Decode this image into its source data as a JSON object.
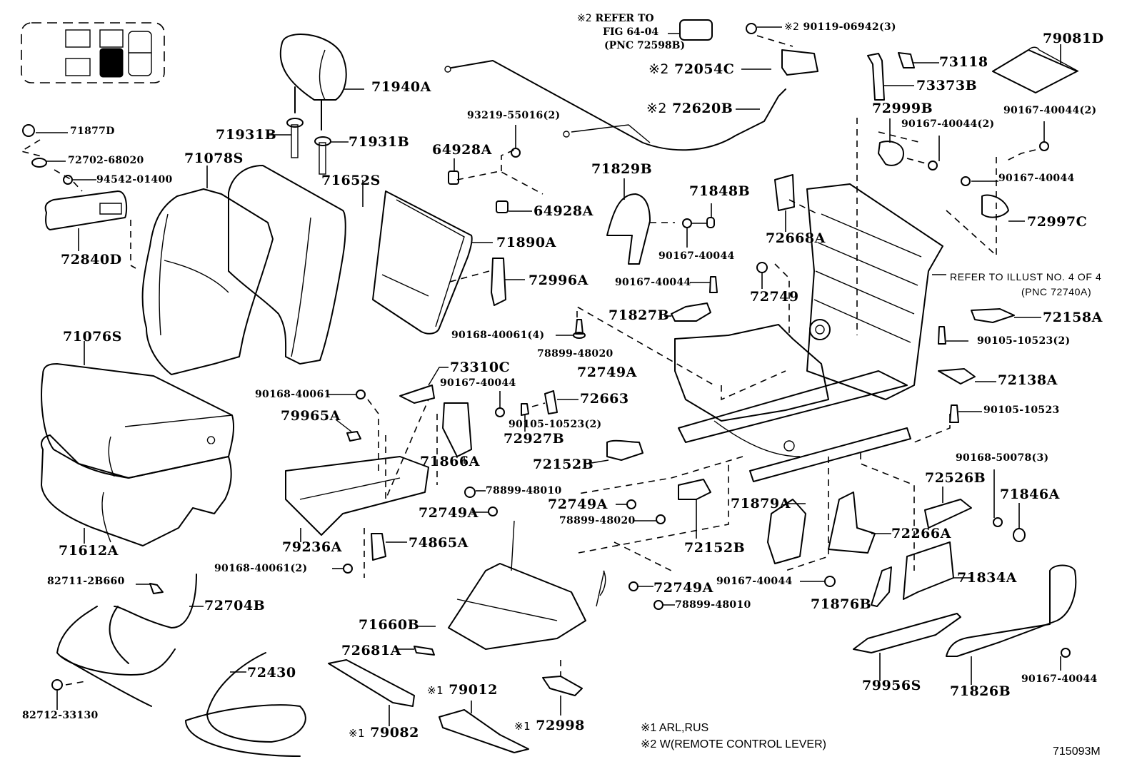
{
  "diagram": {
    "title": "Seat parts illustration",
    "figure_id": "715093M",
    "locator": {
      "description": "Vehicle seat position locator",
      "highlighted_position": "second row center"
    },
    "notes": [
      {
        "mark": "※1",
        "text": "ARL,RUS"
      },
      {
        "mark": "※2",
        "text": "W(REMOTE CONTROL LEVER)"
      }
    ],
    "references": [
      {
        "mark": "※2",
        "lines": [
          "REFER TO",
          "FIG 64-04",
          "(PNC 72598B)"
        ]
      },
      {
        "lines": [
          "REFER TO ILLUST NO. 4 OF 4",
          "(PNC 72740A)"
        ]
      }
    ],
    "part_labels": [
      {
        "id": "71940A",
        "text": "71940A"
      },
      {
        "id": "71877D",
        "text": "71877D"
      },
      {
        "id": "71931B-left",
        "text": "71931B"
      },
      {
        "id": "71931B-right",
        "text": "71931B"
      },
      {
        "id": "72702-68020",
        "text": "72702-68020"
      },
      {
        "id": "94542-01400",
        "text": "94542-01400"
      },
      {
        "id": "71078S",
        "text": "71078S"
      },
      {
        "id": "71652S",
        "text": "71652S"
      },
      {
        "id": "72840D",
        "text": "72840D"
      },
      {
        "id": "71076S",
        "text": "71076S"
      },
      {
        "id": "71612A",
        "text": "71612A"
      },
      {
        "id": "93219-55016",
        "text": "93219-55016(2)"
      },
      {
        "id": "64928A-top",
        "text": "64928A"
      },
      {
        "id": "64928A-mid",
        "text": "64928A"
      },
      {
        "id": "71890A",
        "text": "71890A"
      },
      {
        "id": "72996A",
        "text": "72996A"
      },
      {
        "id": "90168-40061-4",
        "text": "90168-40061(4)"
      },
      {
        "id": "72054C",
        "mark": "※2",
        "text": "72054C"
      },
      {
        "id": "72620B",
        "mark": "※2",
        "text": "72620B"
      },
      {
        "id": "90119-06942",
        "mark": "※2",
        "text": "90119-06942(3)"
      },
      {
        "id": "71829B",
        "text": "71829B"
      },
      {
        "id": "71848B",
        "text": "71848B"
      },
      {
        "id": "90167-40044-a",
        "text": "90167-40044"
      },
      {
        "id": "90167-40044-b",
        "text": "90167-40044"
      },
      {
        "id": "71827B",
        "text": "71827B"
      },
      {
        "id": "72668A",
        "text": "72668A"
      },
      {
        "id": "72749",
        "text": "72749"
      },
      {
        "id": "73118",
        "text": "73118"
      },
      {
        "id": "73373B",
        "text": "73373B"
      },
      {
        "id": "72999B",
        "text": "72999B"
      },
      {
        "id": "90167-40044-2a",
        "text": "90167-40044(2)"
      },
      {
        "id": "79081D",
        "text": "79081D"
      },
      {
        "id": "90167-40044-2b",
        "text": "90167-40044(2)"
      },
      {
        "id": "90167-40044-c",
        "text": "90167-40044"
      },
      {
        "id": "72997C",
        "text": "72997C"
      },
      {
        "id": "72158A",
        "text": "72158A"
      },
      {
        "id": "90105-10523-2a",
        "text": "90105-10523(2)"
      },
      {
        "id": "72138A",
        "text": "72138A"
      },
      {
        "id": "90105-10523",
        "text": "90105-10523"
      },
      {
        "id": "78899-48020-a",
        "text": "78899-48020"
      },
      {
        "id": "72749A-a",
        "text": "72749A"
      },
      {
        "id": "73310C",
        "text": "73310C"
      },
      {
        "id": "90168-40061",
        "text": "90168-40061"
      },
      {
        "id": "90167-40044-d",
        "text": "90167-40044"
      },
      {
        "id": "72663",
        "text": "72663"
      },
      {
        "id": "79965A",
        "text": "79965A"
      },
      {
        "id": "72927B",
        "text": "72927B"
      },
      {
        "id": "90105-10523-2b",
        "text": "90105-10523(2)"
      },
      {
        "id": "71866A",
        "text": "71866A"
      },
      {
        "id": "72152B-a",
        "text": "72152B"
      },
      {
        "id": "78899-48010-a",
        "text": "78899-48010"
      },
      {
        "id": "72749A-b",
        "text": "72749A"
      },
      {
        "id": "72749A-c",
        "text": "72749A"
      },
      {
        "id": "78899-48020-b",
        "text": "78899-48020"
      },
      {
        "id": "79236A",
        "text": "79236A"
      },
      {
        "id": "74865A",
        "text": "74865A"
      },
      {
        "id": "72152B-b",
        "text": "72152B"
      },
      {
        "id": "71879A",
        "text": "71879A"
      },
      {
        "id": "72266A",
        "text": "72266A"
      },
      {
        "id": "90168-50078",
        "text": "90168-50078(3)"
      },
      {
        "id": "72526B",
        "text": "72526B"
      },
      {
        "id": "71846A",
        "text": "71846A"
      },
      {
        "id": "90168-40061-2",
        "text": "90168-40061(2)"
      },
      {
        "id": "82711-2B660",
        "text": "82711-2B660"
      },
      {
        "id": "72704B",
        "text": "72704B"
      },
      {
        "id": "72749A-d",
        "text": "72749A"
      },
      {
        "id": "78899-48010-b",
        "text": "78899-48010"
      },
      {
        "id": "90167-40044-e",
        "text": "90167-40044"
      },
      {
        "id": "71834A",
        "text": "71834A"
      },
      {
        "id": "71876B",
        "text": "71876B"
      },
      {
        "id": "71660B",
        "text": "71660B"
      },
      {
        "id": "72681A",
        "text": "72681A"
      },
      {
        "id": "72430",
        "text": "72430"
      },
      {
        "id": "82712-33130",
        "text": "82712-33130"
      },
      {
        "id": "79012",
        "mark": "※1",
        "text": "79012"
      },
      {
        "id": "79082",
        "mark": "※1",
        "text": "79082"
      },
      {
        "id": "72998",
        "mark": "※1",
        "text": "72998"
      },
      {
        "id": "79956S",
        "text": "79956S"
      },
      {
        "id": "71826B",
        "text": "71826B"
      },
      {
        "id": "90167-40044-f",
        "text": "90167-40044"
      }
    ]
  }
}
